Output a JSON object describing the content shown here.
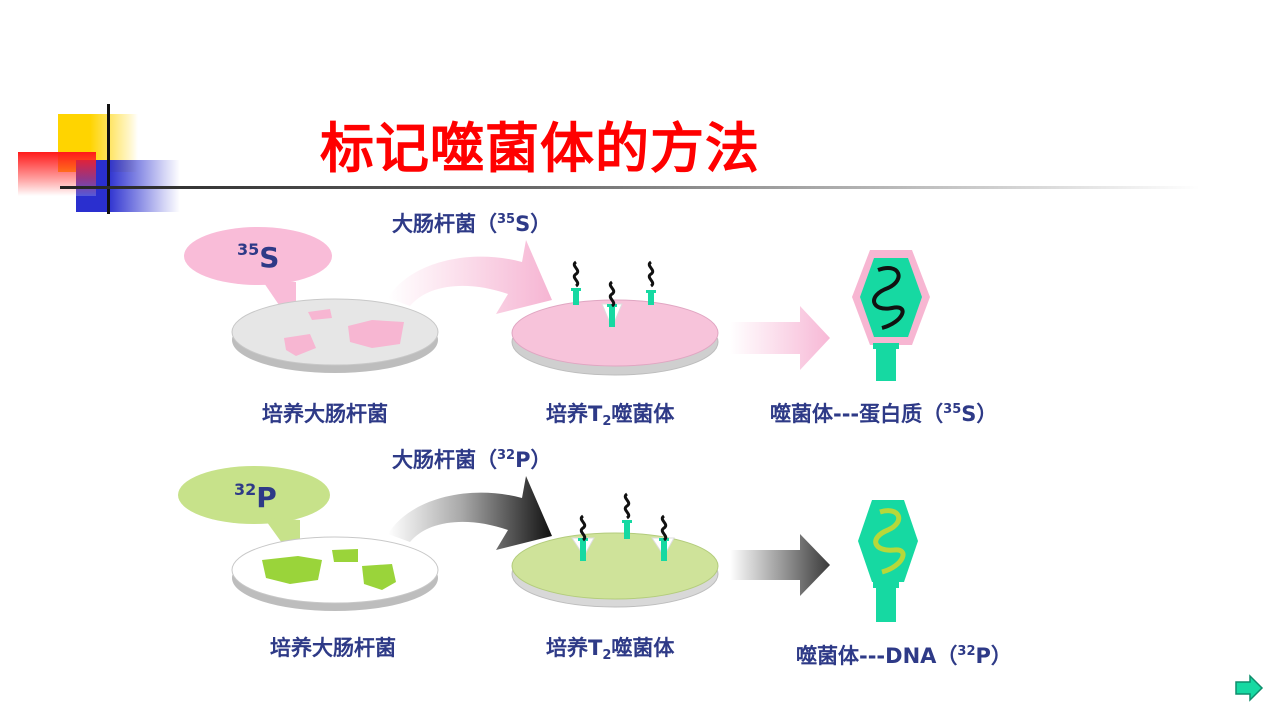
{
  "title": "标记噬菌体的方法",
  "row_s": {
    "isotope_sup": "35",
    "isotope_el": "S",
    "arrow_label_prefix": "大肠杆菌（",
    "arrow_label_sup": "35",
    "arrow_label_el": "S",
    "arrow_label_suffix": "）",
    "step1_label": "培养大肠杆菌",
    "step2_label_a": "培养T",
    "step2_label_sub": "2",
    "step2_label_b": "噬菌体",
    "result_prefix": "噬菌体---蛋白质（",
    "result_sup": "35",
    "result_el": "S",
    "result_suffix": "）"
  },
  "row_p": {
    "isotope_sup": "32",
    "isotope_el": "P",
    "arrow_label_prefix": "大肠杆菌（",
    "arrow_label_sup": "32",
    "arrow_label_el": "P",
    "arrow_label_suffix": "）",
    "step1_label": "培养大肠杆菌",
    "step2_label_a": "培养T",
    "step2_label_sub": "2",
    "step2_label_b": "噬菌体",
    "result_prefix": "噬菌体---DNA（",
    "result_sup": "32",
    "result_el": "P",
    "result_suffix": "）"
  },
  "colors": {
    "title": "#ff0000",
    "label": "#2e3a87",
    "pink": "#f9bcd8",
    "green_light": "#c7e28a",
    "green_bright": "#9ad43a",
    "teal": "#16d9a2"
  },
  "nav": {
    "next_icon": "right-arrow-icon"
  }
}
